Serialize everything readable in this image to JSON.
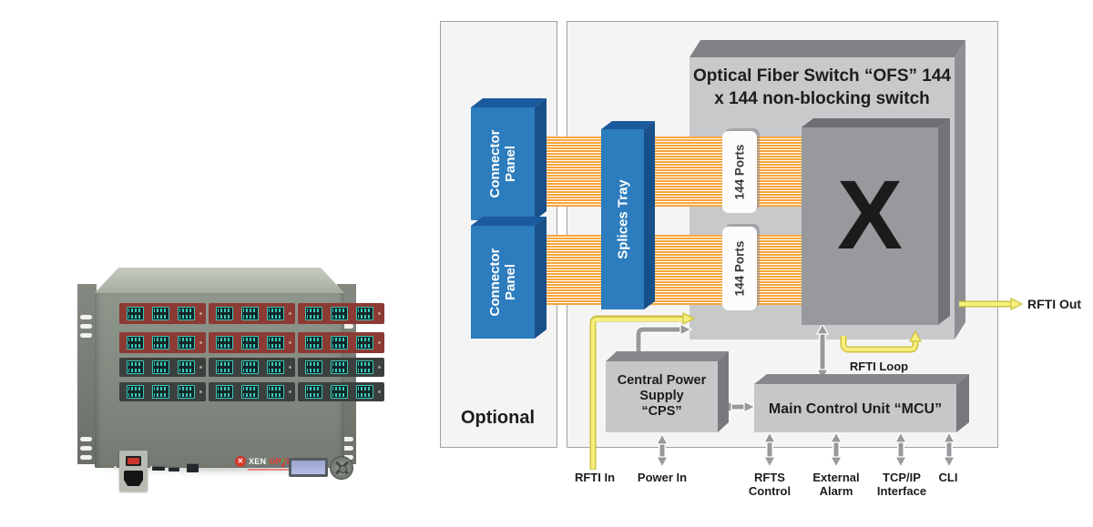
{
  "device": {
    "logo": {
      "primary": "XEN",
      "secondary": "OPTICS"
    },
    "port_rows": [
      {
        "color": "#8d3a34"
      },
      {
        "color": "#8d3a34"
      },
      {
        "color": "#3b403e"
      },
      {
        "color": "#3b403e"
      }
    ]
  },
  "diagram": {
    "optional_label": "Optional",
    "ofs": {
      "line1": "Optical Fiber Switch “OFS”",
      "line2": "144 x 144 non-blocking switch"
    },
    "connector_panel": {
      "line1": "Connector",
      "line2": "Panel"
    },
    "splices_tray": "Splices Tray",
    "ports_top": "144 Ports",
    "ports_bottom": "144 Ports",
    "switch_x": "X",
    "cps": {
      "line1": "Central Power",
      "line2": "Supply",
      "line3": "“CPS”"
    },
    "mcu": "Main Control Unit “MCU”",
    "io": {
      "rfti_in": "RFTI In",
      "power_in": "Power In",
      "rfts_l1": "RFTS",
      "rfts_l2": "Control",
      "alarm_l1": "External",
      "alarm_l2": "Alarm",
      "tcpip_l1": "TCP/IP",
      "tcpip_l2": "Interface",
      "cli": "CLI",
      "rfti_loop": "RFTI Loop",
      "rfti_out": "RFTI Out"
    },
    "colors": {
      "accent_blue": "#2c7cbe",
      "ribbon_orange": "#f6a53c",
      "signal_yellow": "#f6ee7d",
      "arrow_gray": "#97999c",
      "panel_red": "#8d3a34",
      "panel_dark": "#3b403e",
      "connector_teal": "#3cc9b7"
    }
  }
}
